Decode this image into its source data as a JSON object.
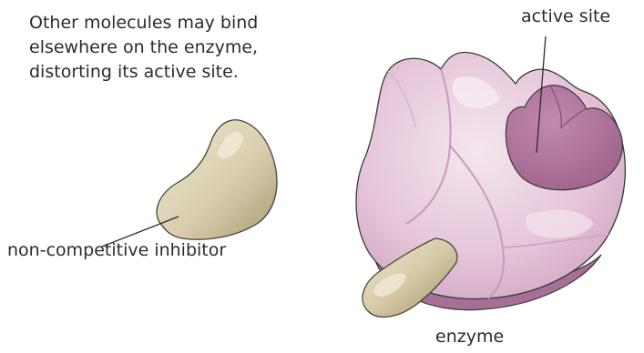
{
  "caption": {
    "line1": "Other molecules may bind",
    "line2": "elsewhere on the enzyme,",
    "line3": "distorting its active site."
  },
  "labels": {
    "active_site": "active site",
    "inhibitor": "non-competitive inhibitor",
    "enzyme": "enzyme"
  },
  "colors": {
    "enzyme_fill": "#e7c7dc",
    "enzyme_light": "#f3e3ee",
    "enzyme_shadow": "#c99bb8",
    "active_site_fill": "#b27a9e",
    "inhibitor_fill": "#d8cdae",
    "inhibitor_light": "#efe8d2",
    "inhibitor_shadow": "#a89b70",
    "outline": "#3a3a3a"
  }
}
